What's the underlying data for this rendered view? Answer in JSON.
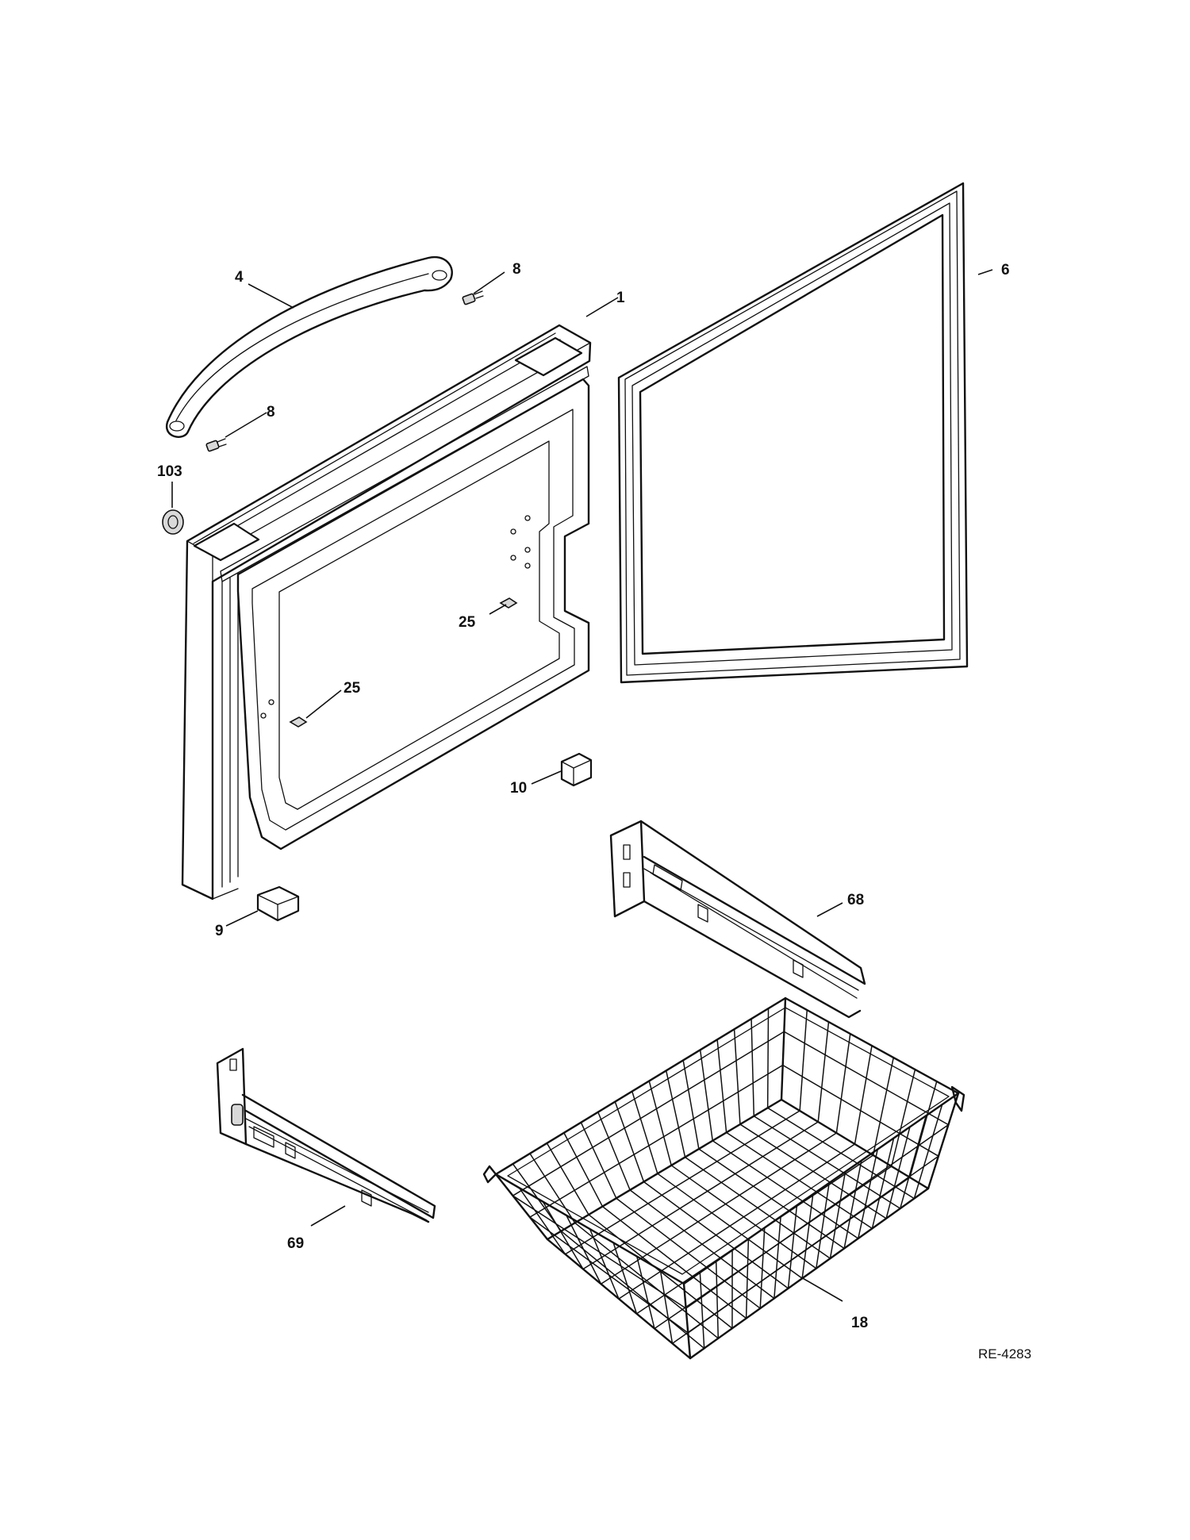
{
  "drawing_id": "RE-4283",
  "callouts": [
    {
      "id": "1",
      "text": "1"
    },
    {
      "id": "4",
      "text": "4"
    },
    {
      "id": "6",
      "text": "6"
    },
    {
      "id": "8a",
      "text": "8"
    },
    {
      "id": "8b",
      "text": "8"
    },
    {
      "id": "9",
      "text": "9"
    },
    {
      "id": "10",
      "text": "10"
    },
    {
      "id": "18",
      "text": "18"
    },
    {
      "id": "25a",
      "text": "25"
    },
    {
      "id": "25b",
      "text": "25"
    },
    {
      "id": "68",
      "text": "68"
    },
    {
      "id": "69",
      "text": "69"
    },
    {
      "id": "103",
      "text": "103"
    }
  ]
}
